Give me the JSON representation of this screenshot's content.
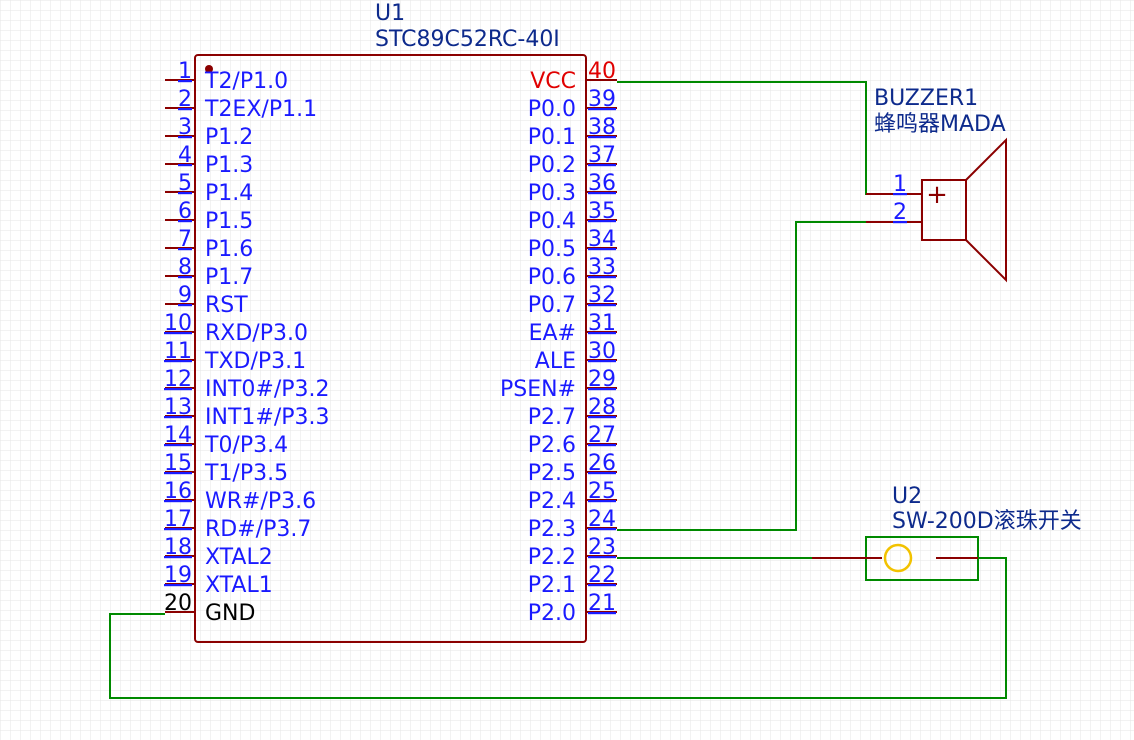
{
  "colors": {
    "grid": "#e6e6e6",
    "component": "#8b0000",
    "wire": "#008a00",
    "pin_label": "#1a1aff",
    "power_label": "#e00000",
    "ground_label": "#000000",
    "ref_label": "#0d2a8c",
    "switch_ball": "#f2c200"
  },
  "u1": {
    "designator": "U1",
    "part": "STC89C52RC-40I",
    "left_pins": [
      {
        "num": "1",
        "name": "T2/P1.0"
      },
      {
        "num": "2",
        "name": "T2EX/P1.1"
      },
      {
        "num": "3",
        "name": "P1.2"
      },
      {
        "num": "4",
        "name": "P1.3"
      },
      {
        "num": "5",
        "name": "P1.4"
      },
      {
        "num": "6",
        "name": "P1.5"
      },
      {
        "num": "7",
        "name": "P1.6"
      },
      {
        "num": "8",
        "name": "P1.7"
      },
      {
        "num": "9",
        "name": "RST"
      },
      {
        "num": "10",
        "name": "RXD/P3.0"
      },
      {
        "num": "11",
        "name": "TXD/P3.1"
      },
      {
        "num": "12",
        "name": "INT0#/P3.2"
      },
      {
        "num": "13",
        "name": "INT1#/P3.3"
      },
      {
        "num": "14",
        "name": "T0/P3.4"
      },
      {
        "num": "15",
        "name": "T1/P3.5"
      },
      {
        "num": "16",
        "name": "WR#/P3.6"
      },
      {
        "num": "17",
        "name": "RD#/P3.7"
      },
      {
        "num": "18",
        "name": "XTAL2"
      },
      {
        "num": "19",
        "name": "XTAL1"
      },
      {
        "num": "20",
        "name": "GND"
      }
    ],
    "right_pins": [
      {
        "num": "40",
        "name": "VCC"
      },
      {
        "num": "39",
        "name": "P0.0"
      },
      {
        "num": "38",
        "name": "P0.1"
      },
      {
        "num": "37",
        "name": "P0.2"
      },
      {
        "num": "36",
        "name": "P0.3"
      },
      {
        "num": "35",
        "name": "P0.4"
      },
      {
        "num": "34",
        "name": "P0.5"
      },
      {
        "num": "33",
        "name": "P0.6"
      },
      {
        "num": "32",
        "name": "P0.7"
      },
      {
        "num": "31",
        "name": "EA#"
      },
      {
        "num": "30",
        "name": "ALE"
      },
      {
        "num": "29",
        "name": "PSEN#"
      },
      {
        "num": "28",
        "name": "P2.7"
      },
      {
        "num": "27",
        "name": "P2.6"
      },
      {
        "num": "26",
        "name": "P2.5"
      },
      {
        "num": "25",
        "name": "P2.4"
      },
      {
        "num": "24",
        "name": "P2.3"
      },
      {
        "num": "23",
        "name": "P2.2"
      },
      {
        "num": "22",
        "name": "P2.1"
      },
      {
        "num": "21",
        "name": "P2.0"
      }
    ]
  },
  "buzzer": {
    "designator": "BUZZER1",
    "part": "蜂鸣器MADA",
    "pins": [
      "1",
      "2"
    ],
    "polarity": "+"
  },
  "u2": {
    "designator": "U2",
    "part": "SW-200D滚珠开关"
  }
}
